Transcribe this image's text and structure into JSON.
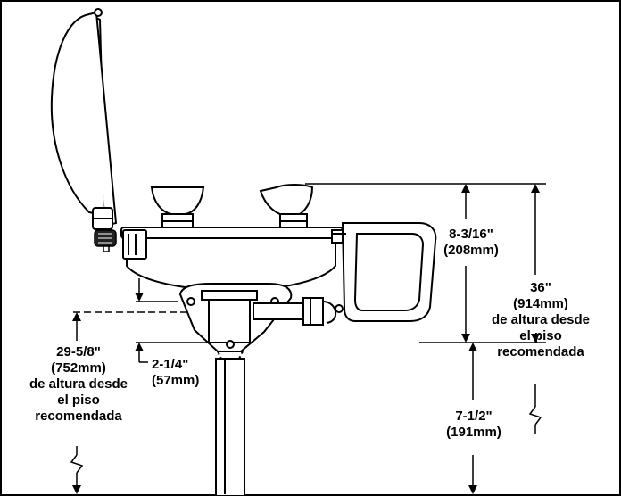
{
  "dimensions": {
    "top_height": {
      "value": "8-3/16\"",
      "metric": "(208mm)"
    },
    "overall_height": {
      "value": "36\"",
      "metric": "(914mm)",
      "note_1": "de altura desde",
      "note_2": "el piso",
      "note_3": "recomendada"
    },
    "bowl_height": {
      "value": "29-5/8\"",
      "metric": "(752mm)",
      "note_1": "de altura desde",
      "note_2": "el piso",
      "note_3": "recomendada"
    },
    "drain_offset": {
      "value": "2-1/4\"",
      "metric": "(57mm)"
    },
    "lower_height": {
      "value": "7-1/2\"",
      "metric": "(191mm)"
    }
  }
}
